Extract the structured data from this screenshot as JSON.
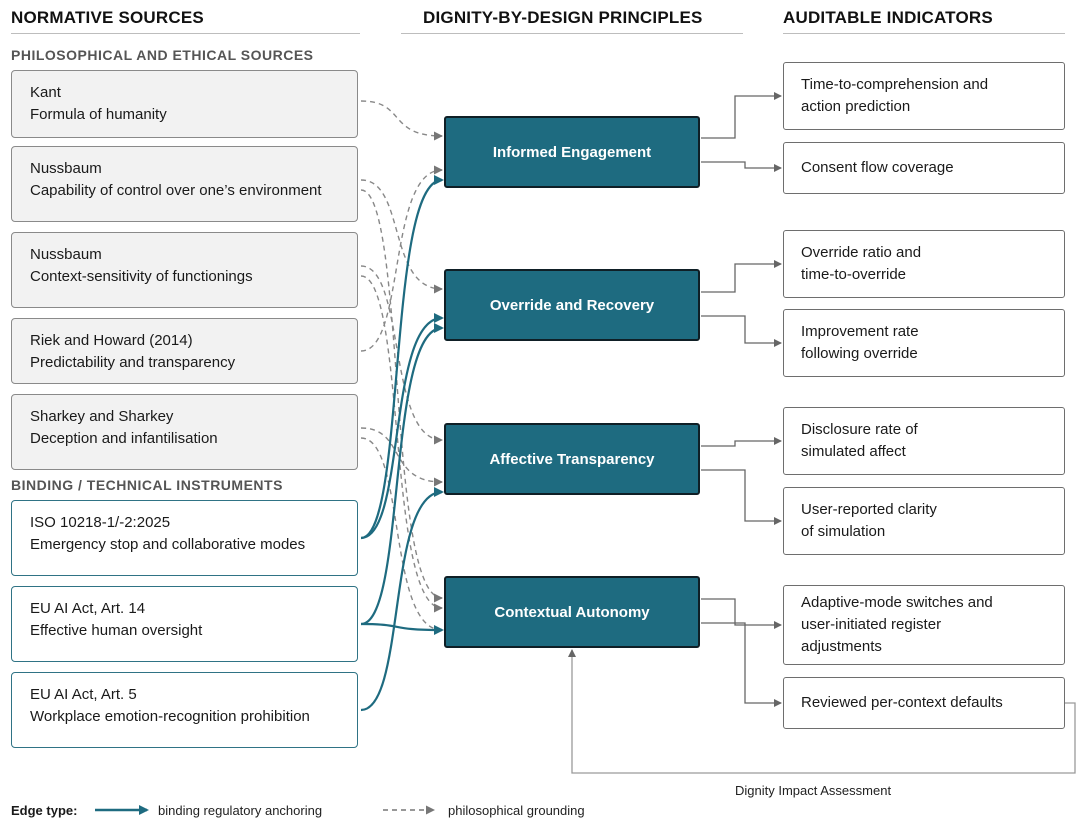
{
  "headers": {
    "sources": "NORMATIVE SOURCES",
    "principles": "DIGNITY-BY-DESIGN PRINCIPLES",
    "indicators": "AUDITABLE INDICATORS"
  },
  "groups": {
    "philosophical": "PHILOSOPHICAL AND ETHICAL SOURCES",
    "binding": "BINDING / TECHNICAL INSTRUMENTS"
  },
  "sources": [
    {
      "title": "Kant",
      "subtitle": "Formula of humanity",
      "kind": "philosophical"
    },
    {
      "title": "Nussbaum",
      "subtitle": "Capability of control over one’s environment",
      "kind": "philosophical"
    },
    {
      "title": "Nussbaum",
      "subtitle": "Context-sensitivity of functionings",
      "kind": "philosophical"
    },
    {
      "title": "Riek and Howard (2014)",
      "subtitle": "Predictability and transparency",
      "kind": "philosophical"
    },
    {
      "title": "Sharkey and Sharkey",
      "subtitle": "Deception and infantilisation",
      "kind": "philosophical"
    },
    {
      "title": "ISO 10218-1/-2:2025",
      "subtitle": "Emergency stop and collaborative modes",
      "kind": "binding"
    },
    {
      "title": "EU AI Act, Art. 14",
      "subtitle": "Effective human oversight",
      "kind": "binding"
    },
    {
      "title": "EU AI Act, Art. 5",
      "subtitle": "Workplace emotion-recognition prohibition",
      "kind": "binding"
    }
  ],
  "principles": [
    {
      "label": "Informed Engagement"
    },
    {
      "label": "Override and Recovery"
    },
    {
      "label": "Affective Transparency"
    },
    {
      "label": "Contextual Autonomy"
    }
  ],
  "indicators": [
    {
      "lines": [
        "Time-to-comprehension and",
        "action prediction"
      ]
    },
    {
      "lines": [
        "Consent flow coverage"
      ]
    },
    {
      "lines": [
        "Override ratio and",
        "time-to-override"
      ]
    },
    {
      "lines": [
        "Improvement rate",
        "following override"
      ]
    },
    {
      "lines": [
        "Disclosure rate of",
        "simulated affect"
      ]
    },
    {
      "lines": [
        "User-reported clarity",
        "of simulation"
      ]
    },
    {
      "lines": [
        "Adaptive-mode switches and",
        "user-initiated register",
        "adjustments"
      ]
    },
    {
      "lines": [
        "Reviewed per-context defaults"
      ]
    }
  ],
  "feedback_label": "Dignity Impact Assessment",
  "legend": {
    "title": "Edge type:",
    "binding": "binding regulatory anchoring",
    "philosophical": "philosophical grounding"
  },
  "edges": {
    "philosophical": [
      [
        0,
        0
      ],
      [
        1,
        1
      ],
      [
        1,
        3
      ],
      [
        2,
        2
      ],
      [
        2,
        3
      ],
      [
        3,
        0
      ],
      [
        4,
        2
      ],
      [
        4,
        3
      ]
    ],
    "binding": [
      [
        5,
        0
      ],
      [
        5,
        1
      ],
      [
        6,
        1
      ],
      [
        6,
        3
      ],
      [
        7,
        2
      ]
    ]
  },
  "colors": {
    "principle_fill": "#1e6b80",
    "binding_edge": "#1e6b80",
    "philosophical_edge": "#888888",
    "source_fill": "#f2f2f2"
  }
}
